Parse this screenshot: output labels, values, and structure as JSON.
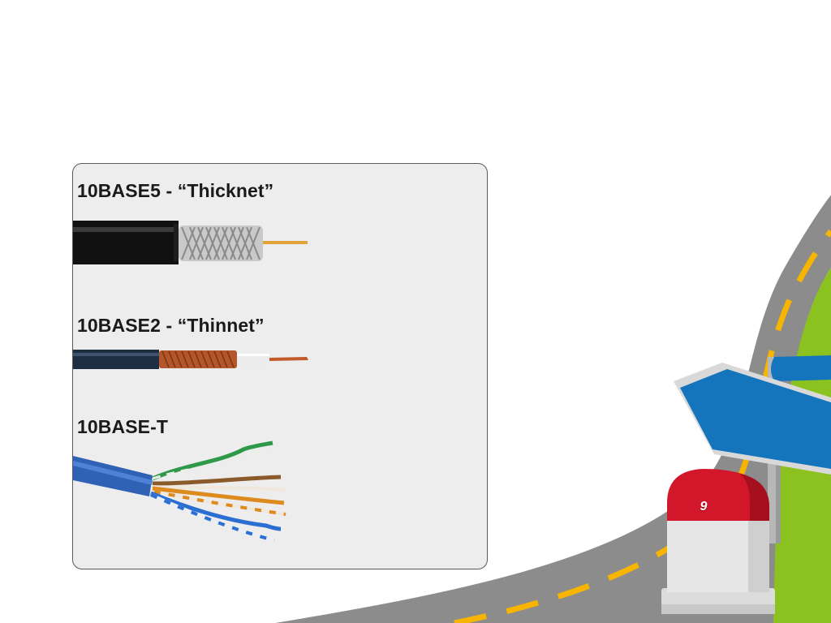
{
  "cables": [
    {
      "label": "10BASE5 - “Thicknet”",
      "icon": "thick-coax-cable"
    },
    {
      "label": "10BASE2 - “Thinnet”",
      "icon": "thin-coax-cable"
    },
    {
      "label": "10BASE-T",
      "icon": "twisted-pair-cable"
    }
  ],
  "decoration": {
    "milestone_number": "9",
    "road_color": "#8c8c8c",
    "road_stripe_color": "#f7b500",
    "grass_color": "#8cc21f",
    "sign_color": "#1475bc",
    "milestone_cap_color": "#d3172a"
  }
}
